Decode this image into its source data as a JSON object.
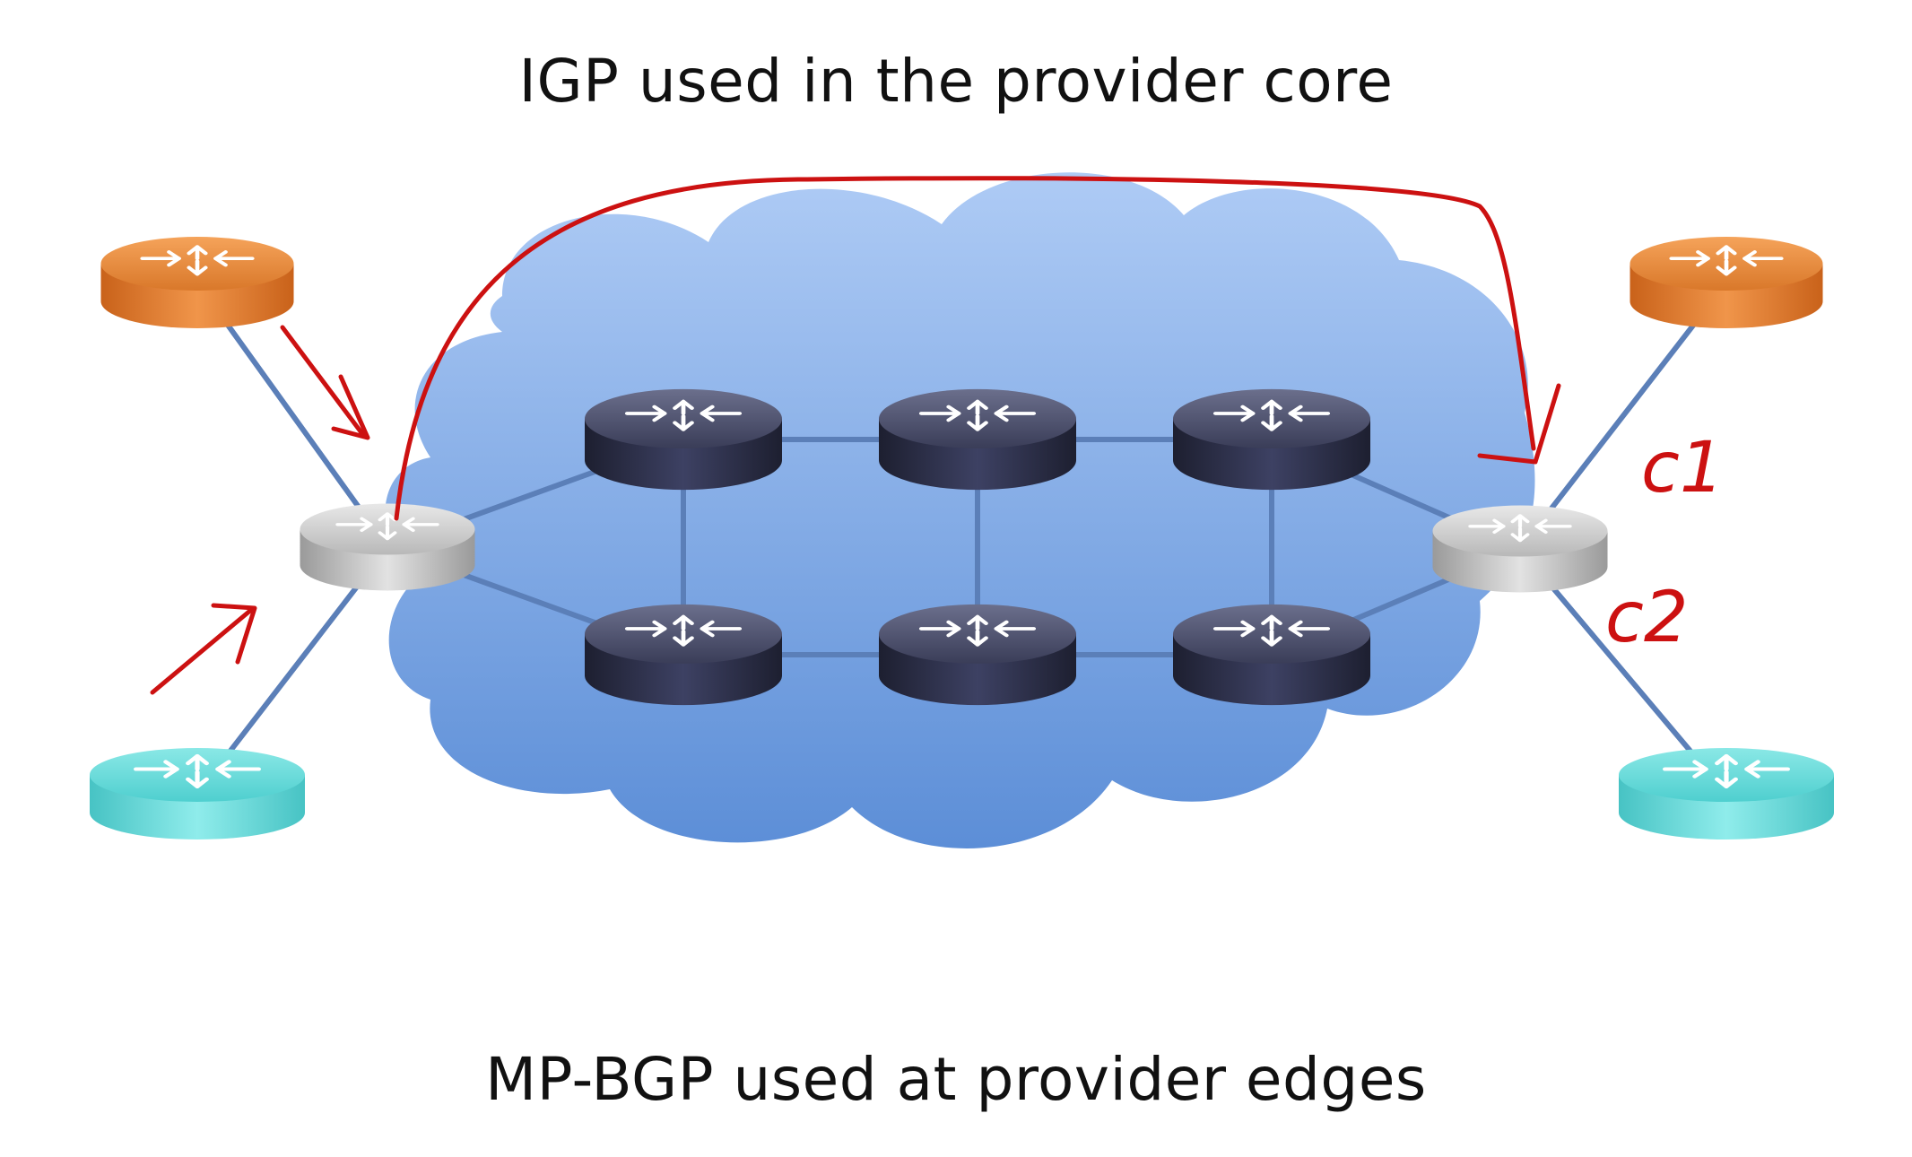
{
  "captions": {
    "top": "IGP used in the provider core",
    "bottom": "MP-BGP used at provider edges"
  },
  "annotations": {
    "c1": "c1",
    "c2": "c2"
  },
  "colors": {
    "cloud_top": "#a8c8f4",
    "cloud_bottom": "#5f8fd8",
    "core_router": "#2c2f45",
    "edge_router": "#c8c8c8",
    "customer_orange": "#e08a3a",
    "customer_teal": "#5fd6d6",
    "link": "#5b7fb8",
    "annotation_red": "#cc1111"
  },
  "icons": {
    "router": "router-icon"
  },
  "nodes": [
    {
      "id": "ce-orange-left",
      "type": "customer-router",
      "color": "customer_orange"
    },
    {
      "id": "ce-teal-left",
      "type": "customer-router",
      "color": "customer_teal"
    },
    {
      "id": "pe-left",
      "type": "provider-edge-router",
      "color": "edge_router"
    },
    {
      "id": "p-top-1",
      "type": "core-router",
      "color": "core_router"
    },
    {
      "id": "p-top-2",
      "type": "core-router",
      "color": "core_router"
    },
    {
      "id": "p-top-3",
      "type": "core-router",
      "color": "core_router"
    },
    {
      "id": "p-bot-1",
      "type": "core-router",
      "color": "core_router"
    },
    {
      "id": "p-bot-2",
      "type": "core-router",
      "color": "core_router"
    },
    {
      "id": "p-bot-3",
      "type": "core-router",
      "color": "core_router"
    },
    {
      "id": "pe-right",
      "type": "provider-edge-router",
      "color": "edge_router"
    },
    {
      "id": "ce-orange-right",
      "type": "customer-router",
      "color": "customer_orange"
    },
    {
      "id": "ce-teal-right",
      "type": "customer-router",
      "color": "customer_teal"
    }
  ],
  "links": [
    [
      "ce-orange-left",
      "pe-left"
    ],
    [
      "ce-teal-left",
      "pe-left"
    ],
    [
      "pe-left",
      "p-top-1"
    ],
    [
      "pe-left",
      "p-bot-1"
    ],
    [
      "p-top-1",
      "p-top-2"
    ],
    [
      "p-top-2",
      "p-top-3"
    ],
    [
      "p-bot-1",
      "p-bot-2"
    ],
    [
      "p-bot-2",
      "p-bot-3"
    ],
    [
      "p-top-1",
      "p-bot-1"
    ],
    [
      "p-top-2",
      "p-bot-2"
    ],
    [
      "p-top-3",
      "p-bot-3"
    ],
    [
      "p-top-3",
      "pe-right"
    ],
    [
      "p-bot-3",
      "pe-right"
    ],
    [
      "pe-right",
      "ce-orange-right"
    ],
    [
      "pe-right",
      "ce-teal-right"
    ]
  ]
}
